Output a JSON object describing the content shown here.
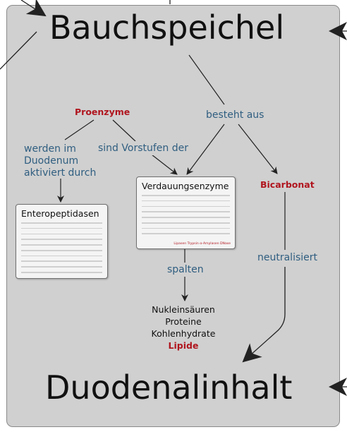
{
  "nodes": {
    "bauchspeichel": "Bauchspeichel",
    "duodenalinhalt": "Duodenalinhalt",
    "proenzyme": "Proenzyme",
    "bicarbonat": "Bicarbonat",
    "verdauungsenzyme": {
      "title": "Verdauungsenzyme",
      "footnote": "Lipasen  Trypsin  α-Amylasen  DNase"
    },
    "enteropeptidasen": {
      "title": "Enteropeptidasen"
    },
    "products": [
      "Nukleinsäuren",
      "Proteine",
      "Kohlenhydrate",
      "Lipide"
    ]
  },
  "edges": {
    "besteht_aus": "besteht aus",
    "aktiviert_line1": "werden im",
    "aktiviert_line2": "Duodenum",
    "aktiviert_line3": "aktiviert durch",
    "vorstufen": "sind Vorstufen der",
    "spalten": "spalten",
    "neutralisiert": "neutralisiert"
  },
  "colors": {
    "panel": "#d0d0d0",
    "label": "#2f5e80",
    "highlight": "#b0161f"
  }
}
